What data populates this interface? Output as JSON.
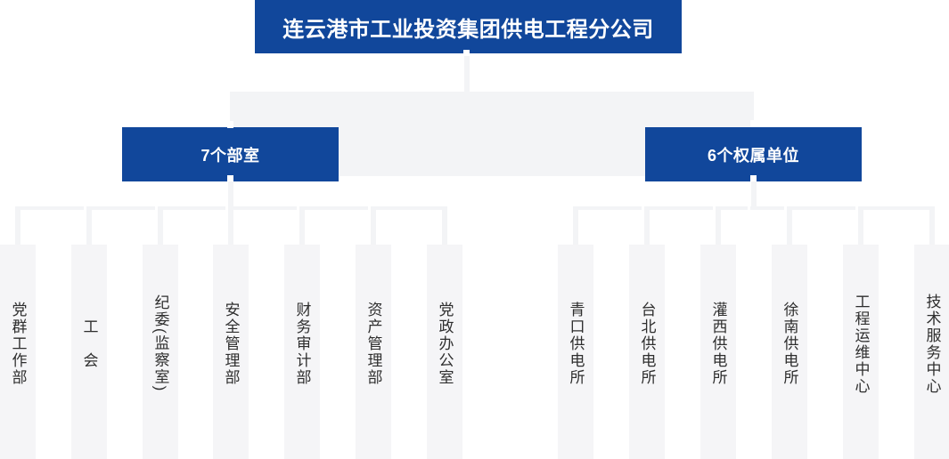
{
  "org": {
    "root_label": "连云港市工业投资集团供电工程分公司",
    "groups": [
      {
        "label": "7个部室",
        "children": [
          "党群工作部",
          "工　会",
          "纪委(监察室)",
          "安全管理部",
          "财务审计部",
          "资产管理部",
          "党政办公室"
        ]
      },
      {
        "label": "6个权属单位",
        "children": [
          "青口供电所",
          "台北供电所",
          "灌西供电所",
          "徐南供电所",
          "工程运维中心",
          "技术服务中心"
        ]
      }
    ],
    "colors": {
      "box_blue": "#11479B",
      "connector_gray": "#f3f4f6",
      "column_gray": "#f5f5f7",
      "text_on_blue": "#ffffff",
      "text_dark": "#2e2e2e"
    }
  }
}
